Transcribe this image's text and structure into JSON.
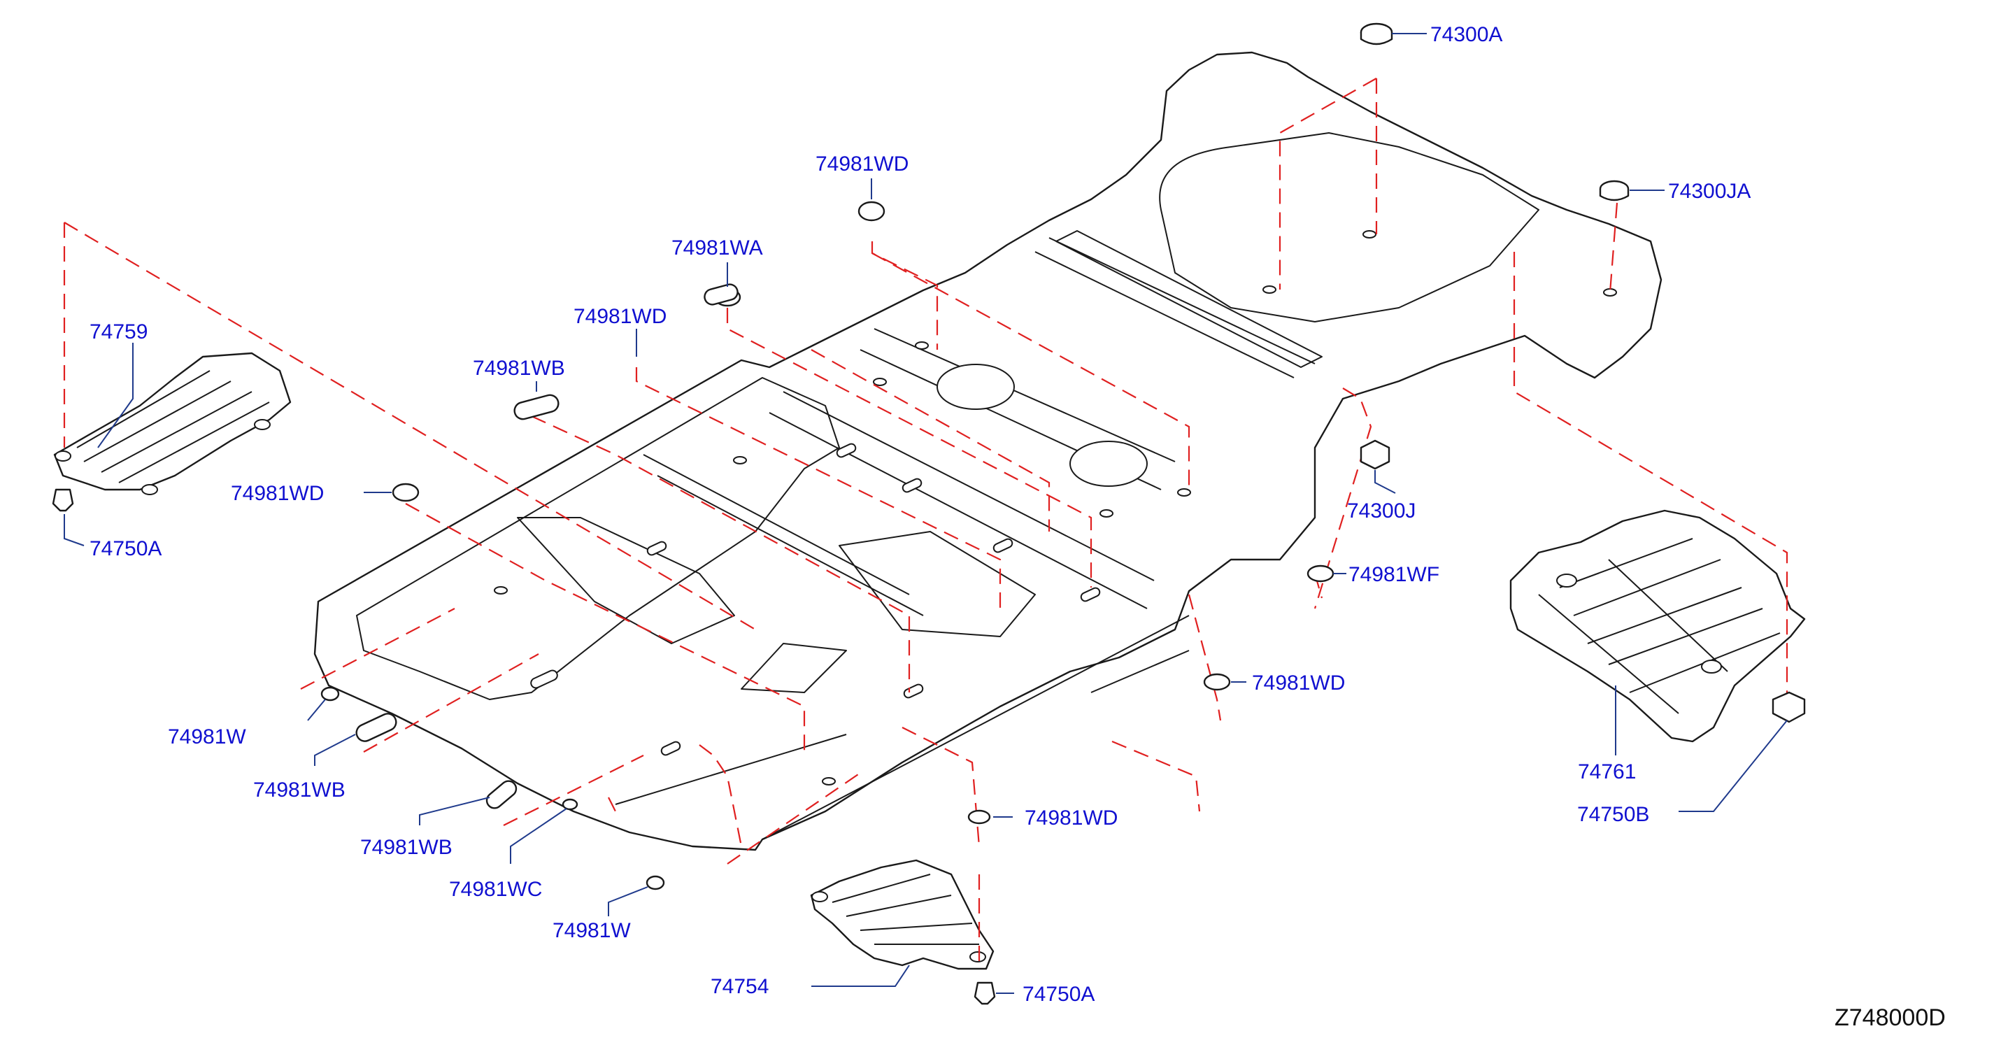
{
  "diagram_code": "Z748000D",
  "labels": {
    "l_74300A": "74300A",
    "l_74300JA": "74300JA",
    "l_74981WD_top": "74981WD",
    "l_74981WA": "74981WA",
    "l_74981WD_2": "74981WD",
    "l_74759": "74759",
    "l_74981WB_1": "74981WB",
    "l_74981WD_3": "74981WD",
    "l_74750A_1": "74750A",
    "l_74300J": "74300J",
    "l_74981WF": "74981WF",
    "l_74981WD_4": "74981WD",
    "l_74981W_1": "74981W",
    "l_74981WB_2": "74981WB",
    "l_74981WB_3": "74981WB",
    "l_74981WC": "74981WC",
    "l_74981W_2": "74981W",
    "l_74981WD_5": "74981WD",
    "l_74754": "74754",
    "l_74750A_2": "74750A",
    "l_74761": "74761",
    "l_74750B": "74750B"
  }
}
